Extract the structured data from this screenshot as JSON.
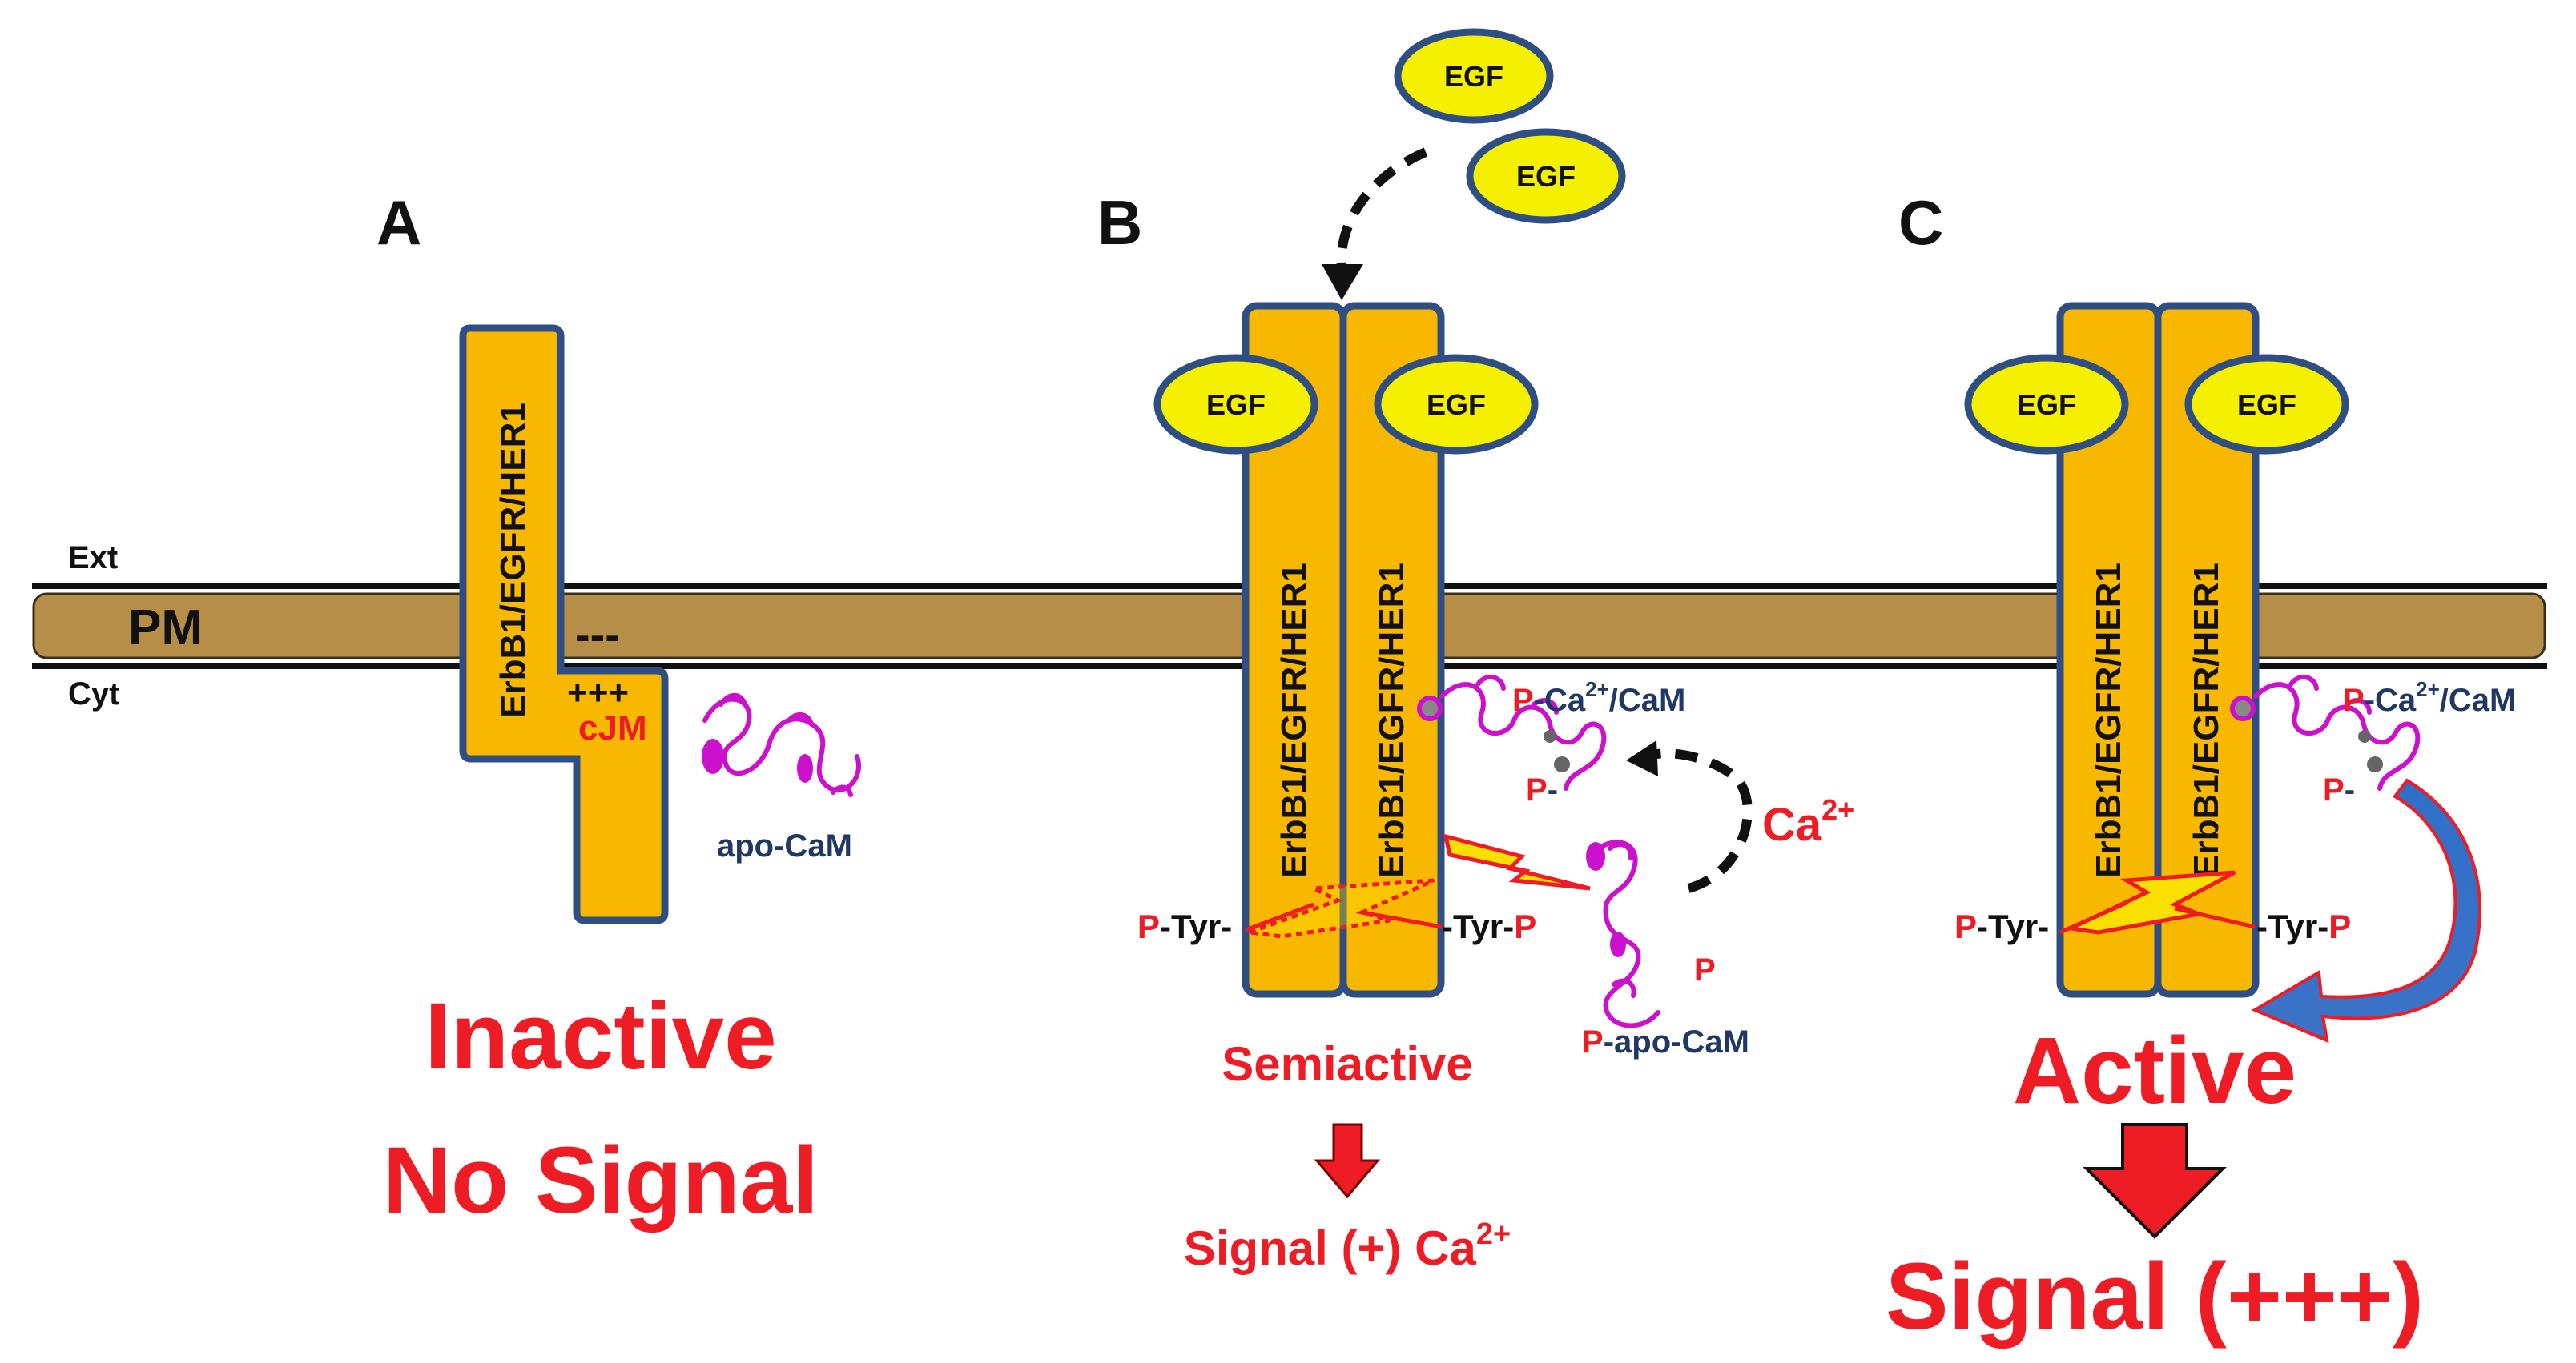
{
  "colors": {
    "receptor_fill": "#F9B800",
    "receptor_stroke": "#2E4E84",
    "membrane_fill": "#B68E47",
    "egf_fill": "#F4F000",
    "red_text": "#EE1C25",
    "navy_text": "#1F3864",
    "calmodulin": "#CC11CC"
  },
  "membrane": {
    "ext_label": "Ext",
    "pm_label": "PM",
    "cyt_label": "Cyt"
  },
  "receptor_label": "ErbB1/EGFR/HER1",
  "egf_label": "EGF",
  "panel_a": {
    "letter": "A",
    "minus_signs": "---",
    "plus_signs": "+++",
    "cjm_label": "cJM",
    "apo_cam_label": "apo-CaM",
    "status_line1": "Inactive",
    "status_line2": "No Signal"
  },
  "panel_b": {
    "letter": "B",
    "p_prefix": "P",
    "cam_label": "-Ca",
    "cam_sup": "2+",
    "cam_suffix": "/CaM",
    "tyr_left": "-Tyr-",
    "tyr_right": "-Tyr-",
    "ca_label": "Ca",
    "ca_sup": "2+",
    "p_apo_cam_suffix": "-apo-CaM",
    "dash_p": "-",
    "status": "Semiactive",
    "signal_text": "Signal (+) Ca",
    "signal_sup": "2+"
  },
  "panel_c": {
    "letter": "C",
    "p_prefix": "P",
    "cam_label": "-Ca",
    "cam_sup": "2+",
    "cam_suffix": "/CaM",
    "tyr_left": "-Tyr-",
    "tyr_right": "-Tyr-",
    "dash_p": "-",
    "status": "Active",
    "signal_text": "Signal (+++)"
  }
}
